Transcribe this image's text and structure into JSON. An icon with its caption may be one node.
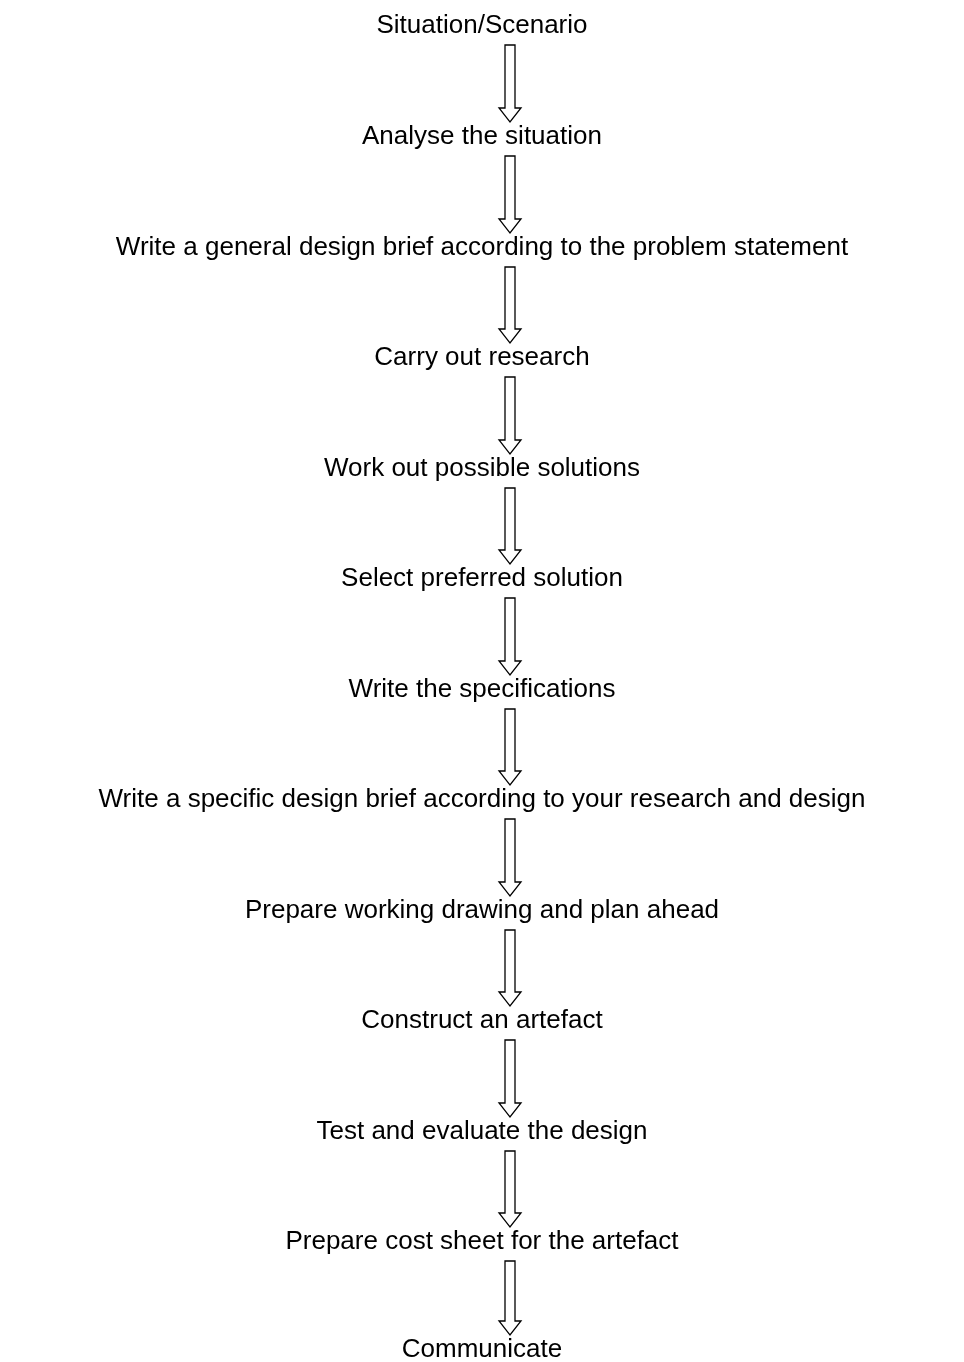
{
  "diagram": {
    "nodes": [
      {
        "text": [
          "Situation/Scenario"
        ]
      },
      {
        "text": [
          "Analyse the situation"
        ]
      },
      {
        "text": [
          "Write a general design brief according to the problem statement"
        ]
      },
      {
        "text": [
          "Carry out research"
        ]
      },
      {
        "text": [
          "Work out possible solutions"
        ]
      },
      {
        "text": [
          "Select preferred solution"
        ]
      },
      {
        "text": [
          "Write the specifications"
        ]
      },
      {
        "text": [
          "Write a specific design brief according to your research and design"
        ]
      },
      {
        "text": [
          "Prepare working drawing and plan ahead"
        ]
      },
      {
        "text": [
          "Construct an artefact"
        ]
      },
      {
        "text": [
          "Test and evaluate the design"
        ]
      },
      {
        "text": [
          "Prepare cost sheet for the artefact"
        ]
      },
      {
        "text": [
          "Communicate"
        ]
      }
    ],
    "edges": [
      {
        "from": 0,
        "to": 1,
        "arrow": "to"
      },
      {
        "from": 1,
        "to": 2,
        "arrow": "to"
      },
      {
        "from": 2,
        "to": 3,
        "arrow": "to"
      },
      {
        "from": 3,
        "to": 4,
        "arrow": "to"
      },
      {
        "from": 4,
        "to": 5,
        "arrow": "to"
      },
      {
        "from": 5,
        "to": 6,
        "arrow": "to"
      },
      {
        "from": 6,
        "to": 7,
        "arrow": "to"
      },
      {
        "from": 7,
        "to": 8,
        "arrow": "to"
      },
      {
        "from": 8,
        "to": 9,
        "arrow": "to"
      },
      {
        "from": 9,
        "to": 10,
        "arrow": "to"
      },
      {
        "from": 10,
        "to": 11,
        "arrow": "to"
      },
      {
        "from": 11,
        "to": 12,
        "arrow": "to"
      }
    ]
  }
}
